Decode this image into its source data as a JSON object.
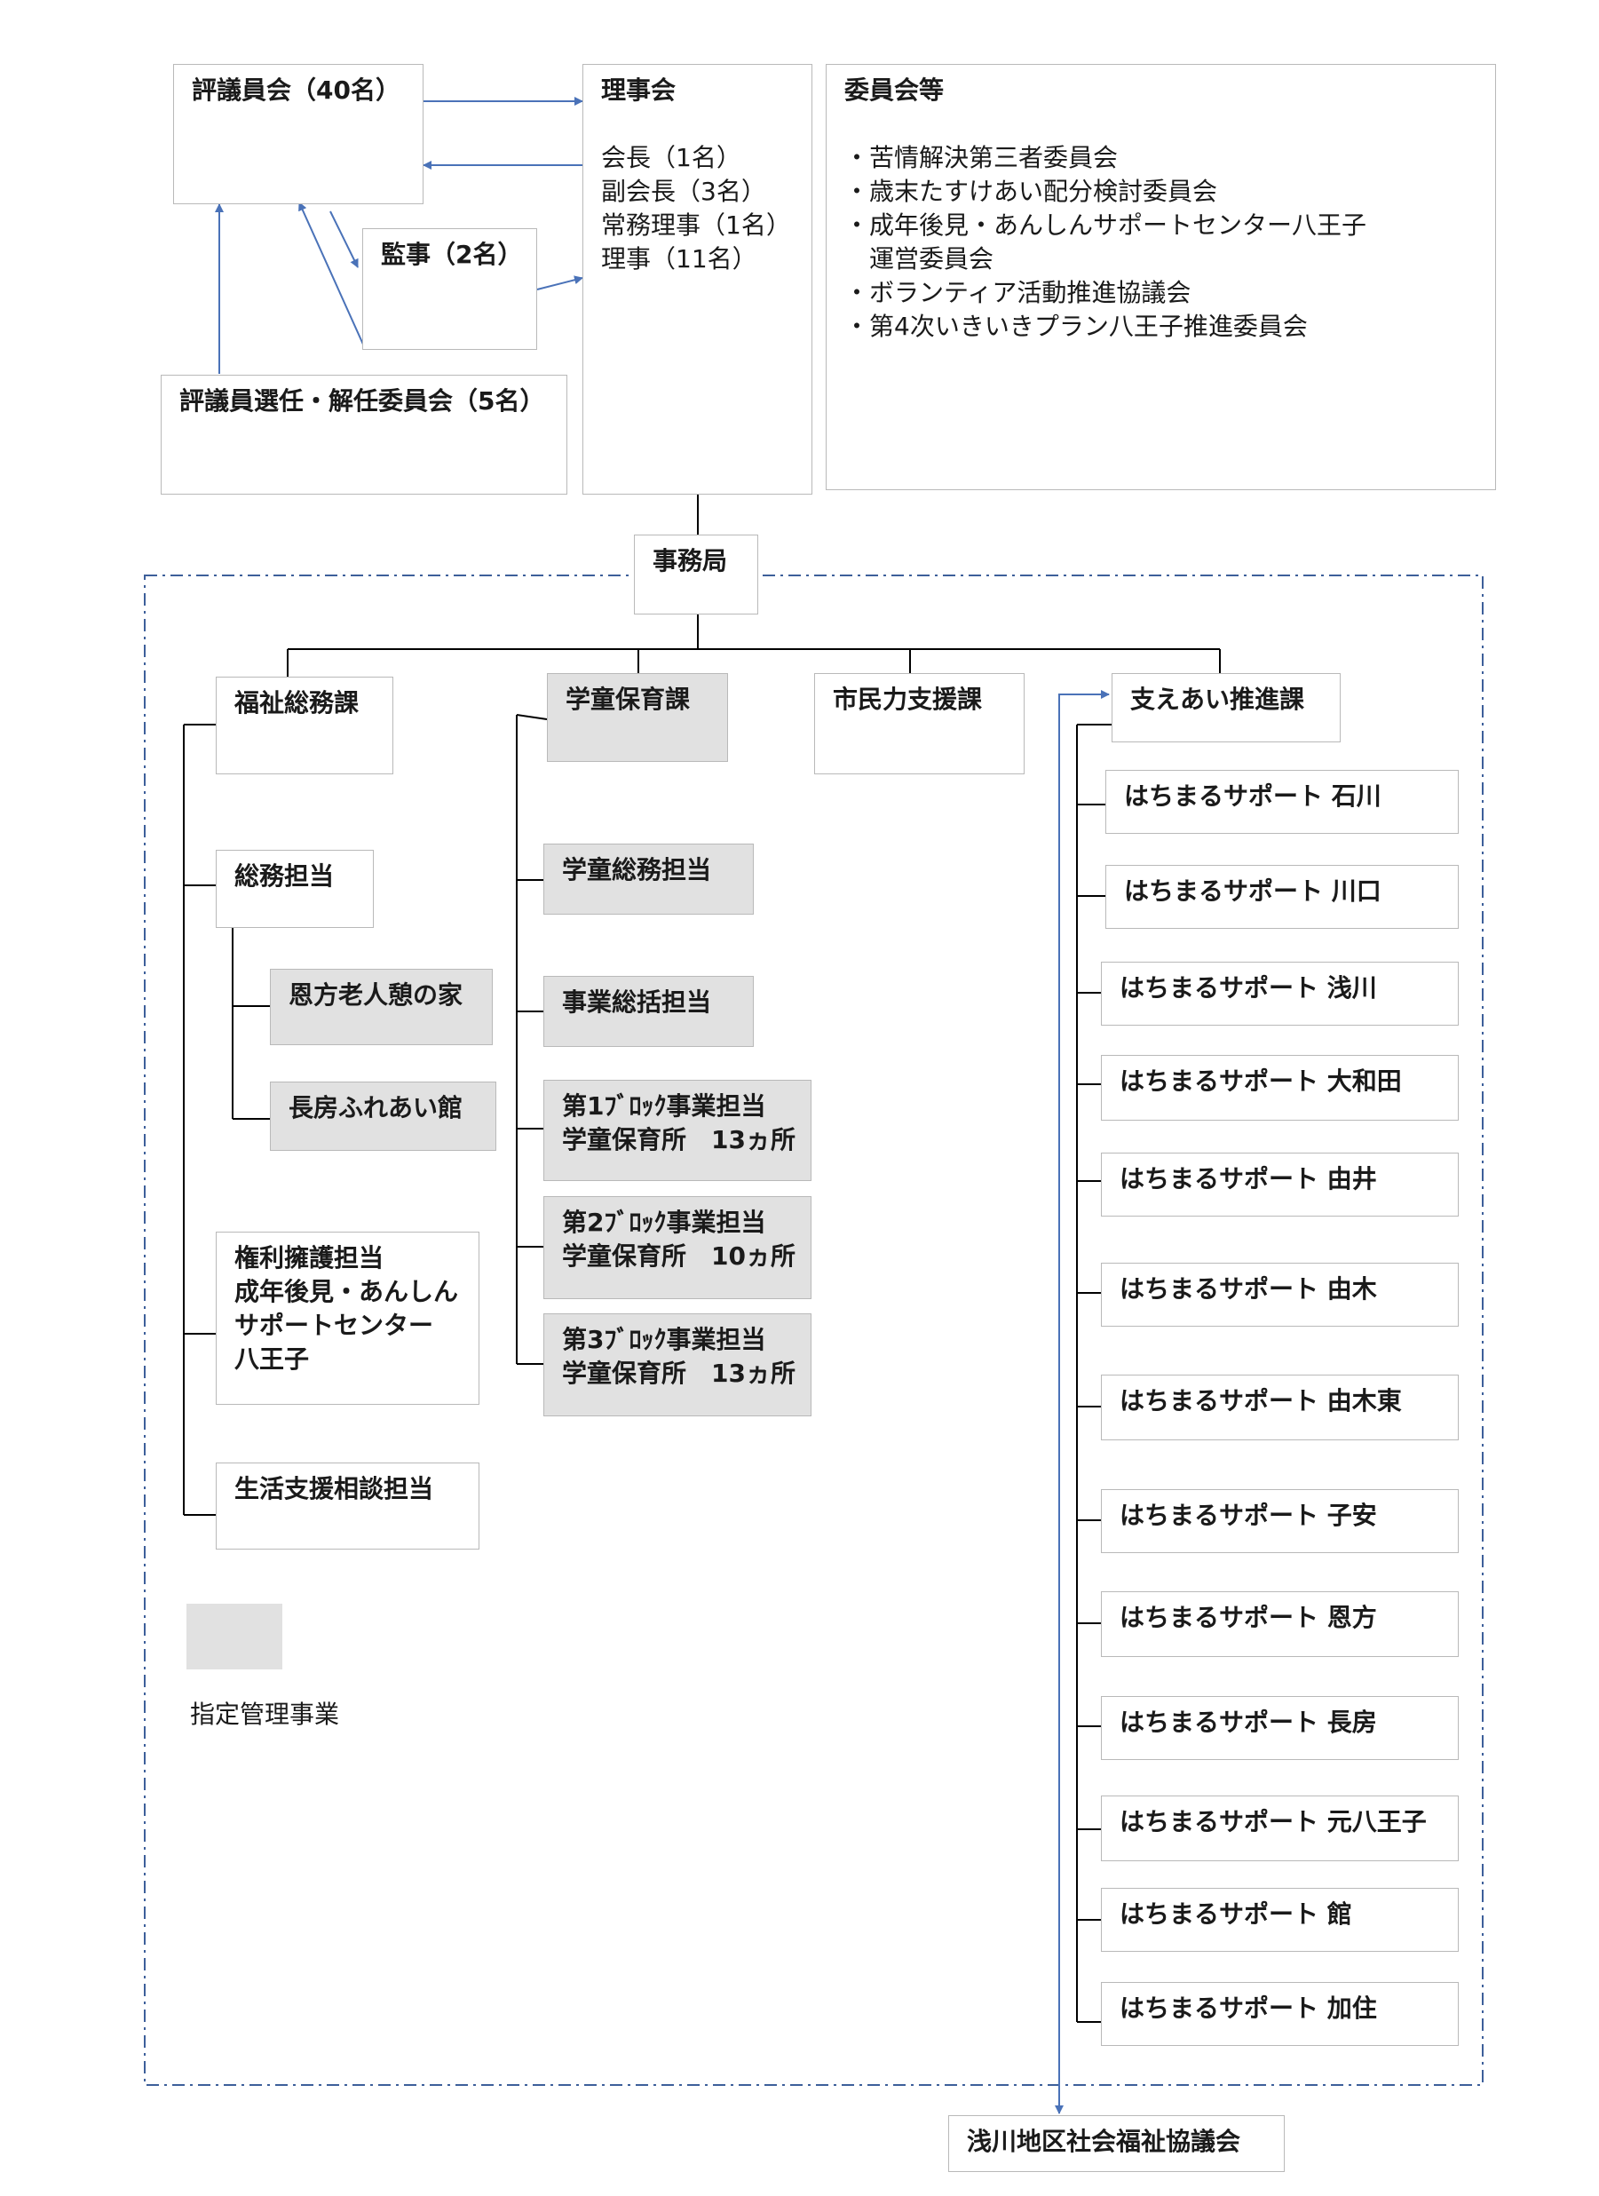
{
  "governance": {
    "councillors": "評議員会（40名）",
    "auditors": "監事（2名）",
    "selection_committee": "評議員選任・解任委員会（5名）",
    "board": {
      "title": "理事会",
      "members": [
        "会長（1名）",
        "副会長（3名）",
        "常務理事（1名）",
        "理事（11名）"
      ]
    },
    "committees": {
      "title": "委員会等",
      "items": [
        "・苦情解決第三者委員会",
        "・歳末たすけあい配分検討委員会",
        "・成年後見・あんしんサポートセンター八王子",
        "　運営委員会",
        "・ボランティア活動推進協議会",
        "・第4次いきいきプラン八王子推進委員会"
      ]
    }
  },
  "secretariat": "事務局",
  "divisions": {
    "welfare_general": {
      "title": "福祉総務課",
      "general_affairs": "総務担当",
      "onkata_center": "恩方老人憩の家",
      "nagabusa_hall": "長房ふれあい館",
      "rights_advocacy": [
        "権利擁護担当",
        "成年後見・あんしん",
        "サポートセンター",
        "八王子"
      ],
      "life_support": "生活支援相談担当"
    },
    "childcare": {
      "title": "学童保育課",
      "general": "学童総務担当",
      "business": "事業総括担当",
      "blocks": [
        [
          "第1ﾌﾞﾛｯｸ事業担当",
          "学童保育所　13ヵ所"
        ],
        [
          "第2ﾌﾞﾛｯｸ事業担当",
          "学童保育所　10ヵ所"
        ],
        [
          "第3ﾌﾞﾛｯｸ事業担当",
          "学童保育所　13ヵ所"
        ]
      ]
    },
    "citizen_support": {
      "title": "市民力支援課"
    },
    "mutual_support": {
      "title": "支えあい推進課",
      "hachimaru": [
        "はちまるサポート 石川",
        "はちまるサポート 川口",
        "はちまるサポート 浅川",
        "はちまるサポート 大和田",
        "はちまるサポート 由井",
        "はちまるサポート 由木",
        "はちまるサポート 由木東",
        "はちまるサポート 子安",
        "はちまるサポート 恩方",
        "はちまるサポート 長房",
        "はちまるサポート 元八王子",
        "はちまるサポート 館",
        "はちまるサポート 加住"
      ]
    }
  },
  "asakawa_council": "浅川地区社会福祉協議会",
  "legend": {
    "label": "指定管理事業",
    "color": "#e1e1e1"
  },
  "colors": {
    "arrow": "#4a72b8",
    "line": "#000000",
    "dashed_border": "#3d5f9a",
    "box_border": "#b9b9b9"
  }
}
